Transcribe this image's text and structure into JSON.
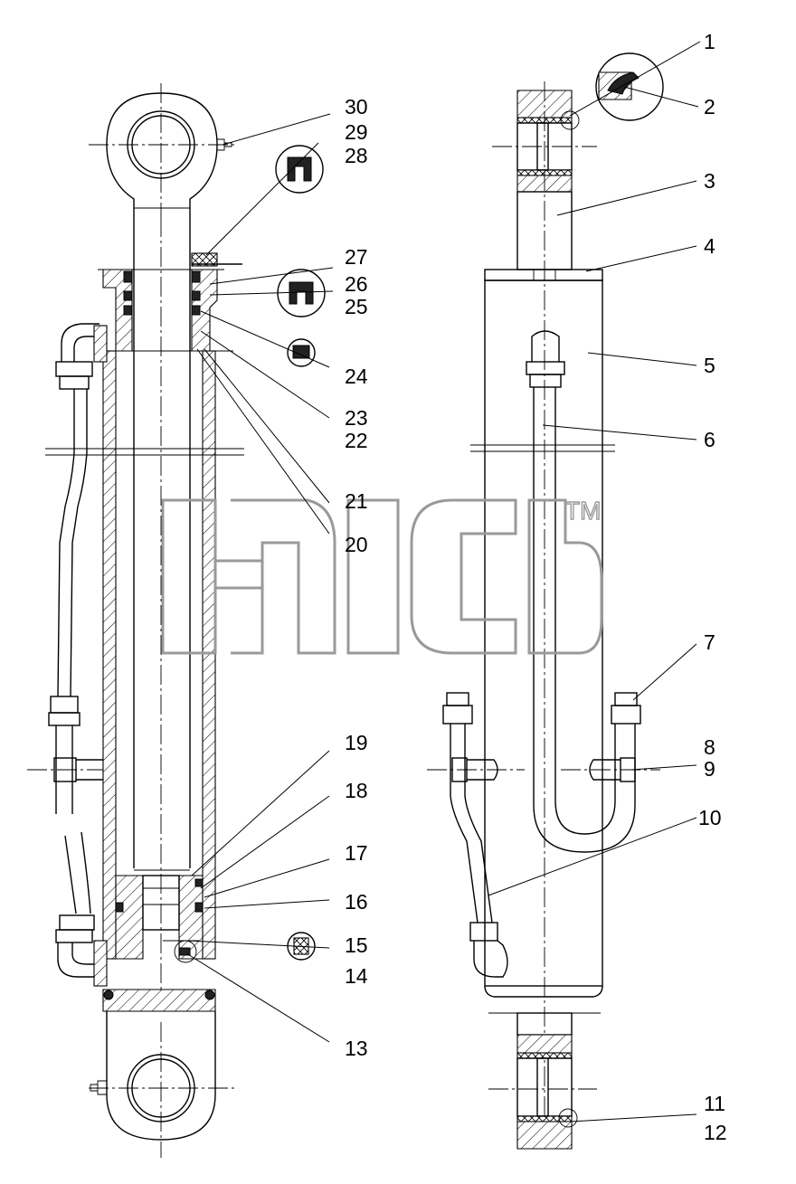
{
  "callouts": [
    {
      "id": "c1",
      "text": "1"
    },
    {
      "id": "c2",
      "text": "2"
    },
    {
      "id": "c3",
      "text": "3"
    },
    {
      "id": "c4",
      "text": "4"
    },
    {
      "id": "c5",
      "text": "5"
    },
    {
      "id": "c6",
      "text": "6"
    },
    {
      "id": "c7",
      "text": "7"
    },
    {
      "id": "c8",
      "text": "8"
    },
    {
      "id": "c9",
      "text": "9"
    },
    {
      "id": "c10",
      "text": "10"
    },
    {
      "id": "c11",
      "text": "11"
    },
    {
      "id": "c12",
      "text": "12"
    },
    {
      "id": "c13",
      "text": "13"
    },
    {
      "id": "c14",
      "text": "14"
    },
    {
      "id": "c15",
      "text": "15"
    },
    {
      "id": "c16",
      "text": "16"
    },
    {
      "id": "c17",
      "text": "17"
    },
    {
      "id": "c18",
      "text": "18"
    },
    {
      "id": "c19",
      "text": "19"
    },
    {
      "id": "c20",
      "text": "20"
    },
    {
      "id": "c21",
      "text": "21"
    },
    {
      "id": "c22",
      "text": "22"
    },
    {
      "id": "c23",
      "text": "23"
    },
    {
      "id": "c24",
      "text": "24"
    },
    {
      "id": "c25",
      "text": "25"
    },
    {
      "id": "c26",
      "text": "26"
    },
    {
      "id": "c27",
      "text": "27"
    },
    {
      "id": "c28",
      "text": "28"
    },
    {
      "id": "c29",
      "text": "29"
    },
    {
      "id": "c30",
      "text": "30"
    }
  ],
  "watermark": {
    "trademark": "TM"
  }
}
